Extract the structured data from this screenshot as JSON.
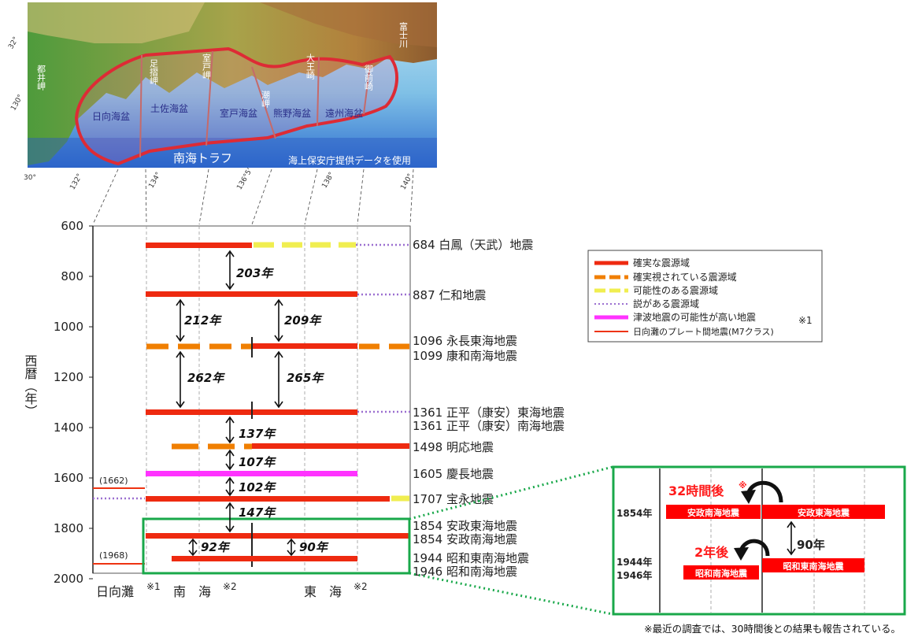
{
  "map": {
    "labels": {
      "toizaki": "都井岬",
      "ashizuri": "足摺岬",
      "muroto": "室戸岬",
      "shionomisaki": "潮岬",
      "daiozaki": "大王崎",
      "omaezaki": "御前崎",
      "fujikawa": "富士川",
      "hyuga_basin": "日向海盆",
      "tosa_basin": "土佐海盆",
      "muroto_basin": "室戸海盆",
      "kumano_basin": "熊野海盆",
      "enshu_basin": "遠州海盆",
      "nankai_trough": "南海トラフ",
      "credit": "海上保安庁提供データを使用"
    },
    "lat_labels": [
      "32°",
      "30°"
    ],
    "lon_labels": [
      "130°",
      "132°",
      "134°",
      "136°5'",
      "138°",
      "140°"
    ]
  },
  "chart": {
    "ylabel": "西暦（年）",
    "yticks": [
      "600",
      "800",
      "1000",
      "1200",
      "1400",
      "1600",
      "1800",
      "2000"
    ],
    "xlabels": {
      "hyuga": "日向灘",
      "hyuga_mark": "※1",
      "nankai": "南　海",
      "nankai_mark": "※2",
      "tokai": "東　海",
      "tokai_mark": "※2"
    },
    "hyuga_years": [
      "(1662)",
      "(1968)"
    ],
    "intervals": [
      "203年",
      "212年",
      "209年",
      "262年",
      "265年",
      "137年",
      "107年",
      "102年",
      "147年",
      "92年",
      "90年"
    ],
    "events": [
      "684  白鳳（天武）地震",
      "887  仁和地震",
      "1096  永長東海地震",
      "1099  康和南海地震",
      "1361  正平（康安）東海地震",
      "1361  正平（康安）南海地震",
      "1498  明応地震",
      "1605  慶長地震",
      "1707  宝永地震",
      "1854  安政東海地震",
      "1854  安政南海地震",
      "1944  昭和東南海地震",
      "1946  昭和南海地震"
    ]
  },
  "legend": {
    "items": [
      {
        "label": "確実な震源域",
        "color": "#ee2a10"
      },
      {
        "label": "確実視されている震源域",
        "color": "#f07f00"
      },
      {
        "label": "可能性のある震源域",
        "color": "#f0ee50"
      },
      {
        "label": "説がある震源域",
        "color": "#9b6fd0"
      },
      {
        "label": "津波地震の可能性が高い地震",
        "color": "#ff33ff"
      },
      {
        "label": "日向灘のプレート間地震(M7クラス)",
        "color": "#ee3311"
      }
    ],
    "note_mark": "※1"
  },
  "inset": {
    "year_1854": "1854年",
    "year_1944": "1944年",
    "year_1946": "1946年",
    "bar_ansei_nankai": "安政南海地震",
    "bar_ansei_tokai": "安政東海地震",
    "bar_showa_nankai": "昭和南海地震",
    "bar_showa_tonankai": "昭和東南海地震",
    "gap_32": "32時間後",
    "gap_32_mark": "※",
    "gap_2": "2年後",
    "gap_90": "90年"
  },
  "footnote": "※最近の調査では、30時間後との結果も報告されている。"
}
